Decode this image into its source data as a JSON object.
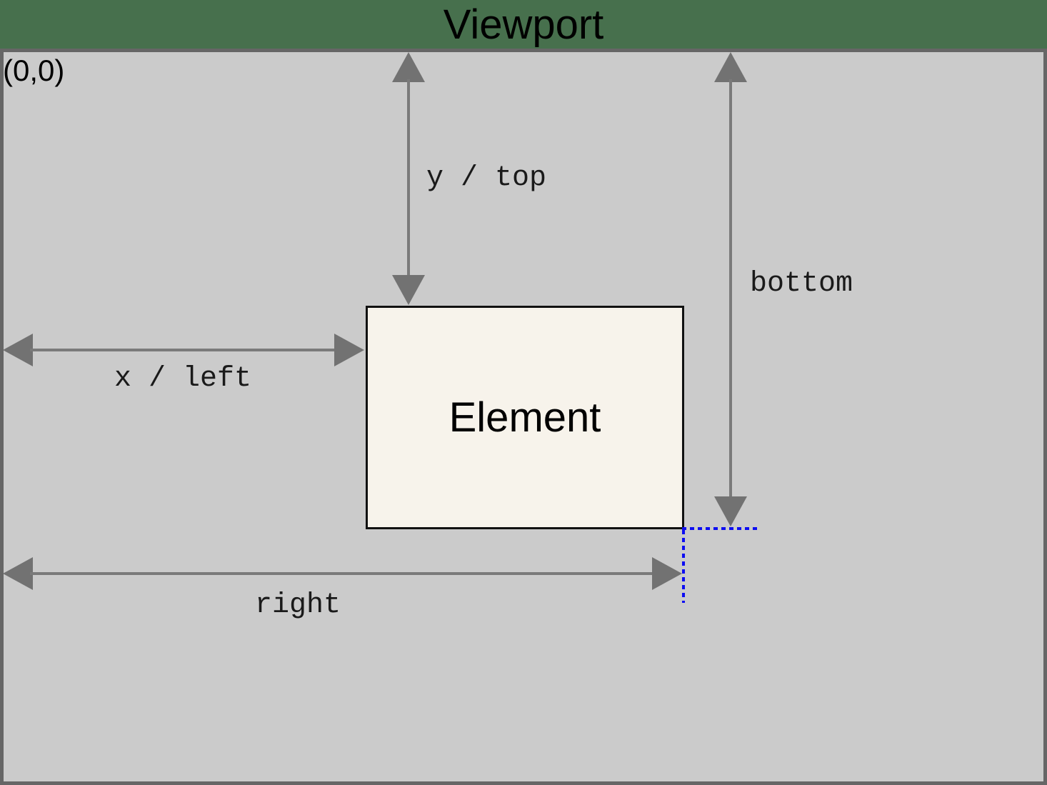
{
  "diagram": {
    "title": "Viewport",
    "origin_label": "(0,0)",
    "element_label": "Element",
    "measurements": [
      {
        "id": "y-top",
        "label": "y / top",
        "orientation": "vertical",
        "from": "viewport-top",
        "to": "element-top"
      },
      {
        "id": "x-left",
        "label": "x / left",
        "orientation": "horizontal",
        "from": "viewport-left",
        "to": "element-left"
      },
      {
        "id": "bottom",
        "label": "bottom",
        "orientation": "vertical",
        "from": "viewport-top",
        "to": "element-bottom"
      },
      {
        "id": "right",
        "label": "right",
        "orientation": "horizontal",
        "from": "viewport-left",
        "to": "element-right"
      }
    ],
    "colors": {
      "canvas_background": "#47704d",
      "viewport_fill": "#cbcbcb",
      "viewport_border": "#666666",
      "element_fill": "#f7f3eb",
      "element_border": "#111111",
      "arrow_gray": "#727272",
      "guide_blue": "#0d0df2",
      "text": "#000000"
    }
  }
}
